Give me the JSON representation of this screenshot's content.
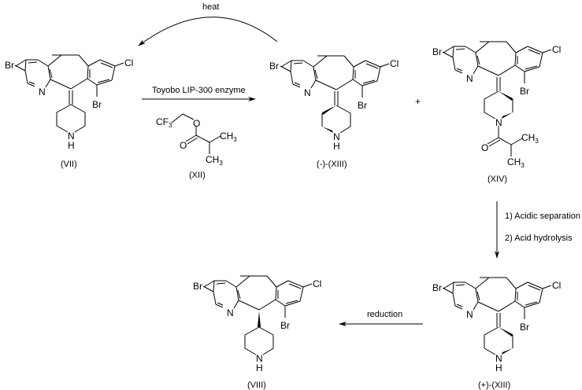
{
  "title": "Synthesis scheme: enzymatic resolution of (VII) to (VIII)",
  "compounds": {
    "VII": {
      "label": "(VII)",
      "atoms": {
        "br1": "Br",
        "cl": "Cl",
        "n_pyr": "N",
        "br2": "Br",
        "n_pip": "N",
        "h_pip": "H"
      }
    },
    "XII": {
      "label": "(XII)",
      "atoms": {
        "cf3": "CF",
        "cf3_sub": "3",
        "o_ester": "O",
        "o_carbonyl": "O",
        "ch3a": "CH",
        "ch3a_sub": "3",
        "ch3b": "CH",
        "ch3b_sub": "3"
      }
    },
    "minus_XIII": {
      "label": "(-)-(XIII)",
      "atoms": {
        "br1": "Br",
        "cl": "Cl",
        "n_pyr": "N",
        "br2": "Br",
        "n_pip": "N",
        "h_pip": "H"
      }
    },
    "XIV": {
      "label": "(XIV)",
      "atoms": {
        "br1": "Br",
        "cl": "Cl",
        "n_pyr": "N",
        "br2": "Br",
        "n_pip": "N",
        "o": "O",
        "ch3a": "CH",
        "ch3a_sub": "3",
        "ch3b": "CH",
        "ch3b_sub": "3"
      }
    },
    "plus_XIII": {
      "label": "(+)-(XIII)",
      "atoms": {
        "br1": "Br",
        "cl": "Cl",
        "n_pyr": "N",
        "br2": "Br",
        "n_pip": "N",
        "h_pip": "H"
      }
    },
    "VIII": {
      "label": "(VIII)",
      "atoms": {
        "br1": "Br",
        "cl": "Cl",
        "n_pyr": "N",
        "br2": "Br",
        "n_pip": "N",
        "h_pip": "H"
      }
    }
  },
  "plus_sign": "+",
  "arrows": {
    "heat": {
      "label": "heat"
    },
    "enzyme": {
      "label": "Toyobo LIP-300 enzyme"
    },
    "separation": {
      "step1": "1) Acidic separation",
      "step2": "2) Acid hydrolysis"
    },
    "reduction": {
      "label": "reduction"
    }
  }
}
